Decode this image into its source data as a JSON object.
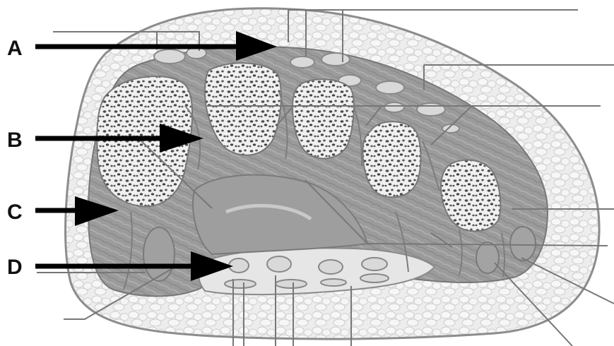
{
  "diagram": {
    "labels": [
      {
        "id": "A",
        "text": "A"
      },
      {
        "id": "B",
        "text": "B"
      },
      {
        "id": "C",
        "text": "C"
      },
      {
        "id": "D",
        "text": "D"
      }
    ],
    "colors": {
      "skin_outline": "#8c8c8c",
      "fat_fill": "#ececec",
      "muscle_fill": "#9a9a9a",
      "bone_fill": "#efefef",
      "bone_pore": "#4a4a4a",
      "tendon_fill": "#d9d9d9",
      "leader_line": "#777777",
      "arrow": "#000000"
    }
  }
}
